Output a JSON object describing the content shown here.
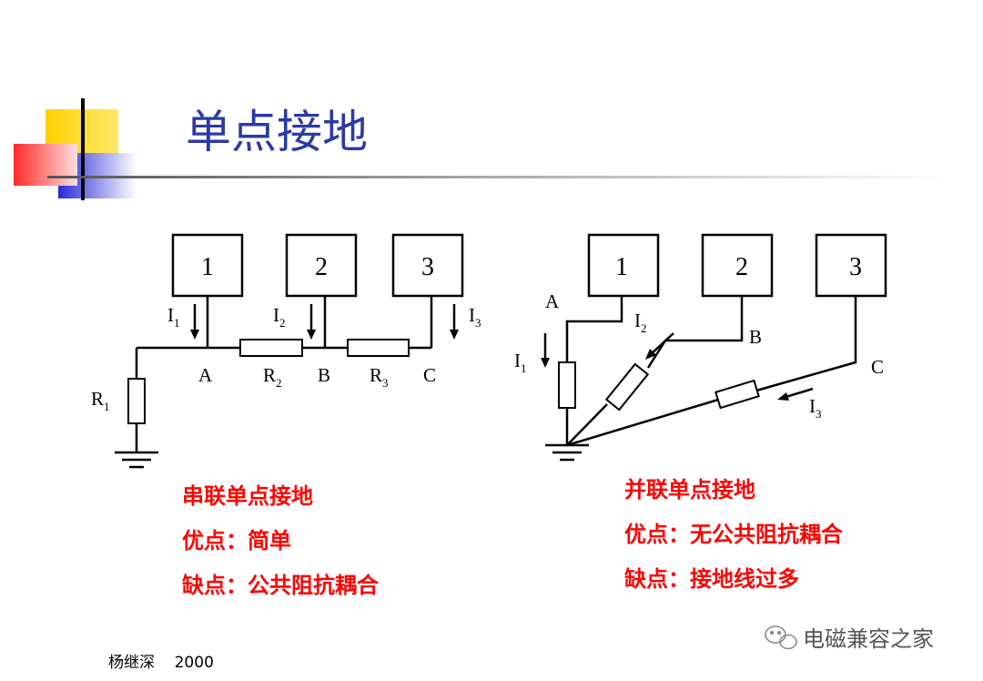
{
  "title": "单点接地",
  "left": {
    "boxes": [
      "1",
      "2",
      "3"
    ],
    "nodes": [
      "A",
      "B",
      "C"
    ],
    "currents": [
      {
        "main": "I",
        "sub": "1"
      },
      {
        "main": "I",
        "sub": "2"
      },
      {
        "main": "I",
        "sub": "3"
      }
    ],
    "resistors": [
      {
        "main": "R",
        "sub": "1"
      },
      {
        "main": "R",
        "sub": "2"
      },
      {
        "main": "R",
        "sub": "3"
      }
    ],
    "caption": "串联单点接地",
    "pros": "优点：简单",
    "cons": "缺点：公共阻抗耦合"
  },
  "right": {
    "boxes": [
      "1",
      "2",
      "3"
    ],
    "nodes": [
      "A",
      "B",
      "C"
    ],
    "currents": [
      {
        "main": "I",
        "sub": "1"
      },
      {
        "main": "I",
        "sub": "2"
      },
      {
        "main": "I",
        "sub": "3"
      }
    ],
    "caption": "并联单点接地",
    "pros": "优点：无公共阻抗耦合",
    "cons": "缺点：接地线过多"
  },
  "footer": "杨继深    2000",
  "watermark": "电磁兼容之家",
  "colors": {
    "title": "#2a3aa6",
    "caption": "#ff0000",
    "deco_yellow": "#ffd200",
    "deco_red": "#ff3a3a",
    "deco_blue": "#3232d2"
  }
}
